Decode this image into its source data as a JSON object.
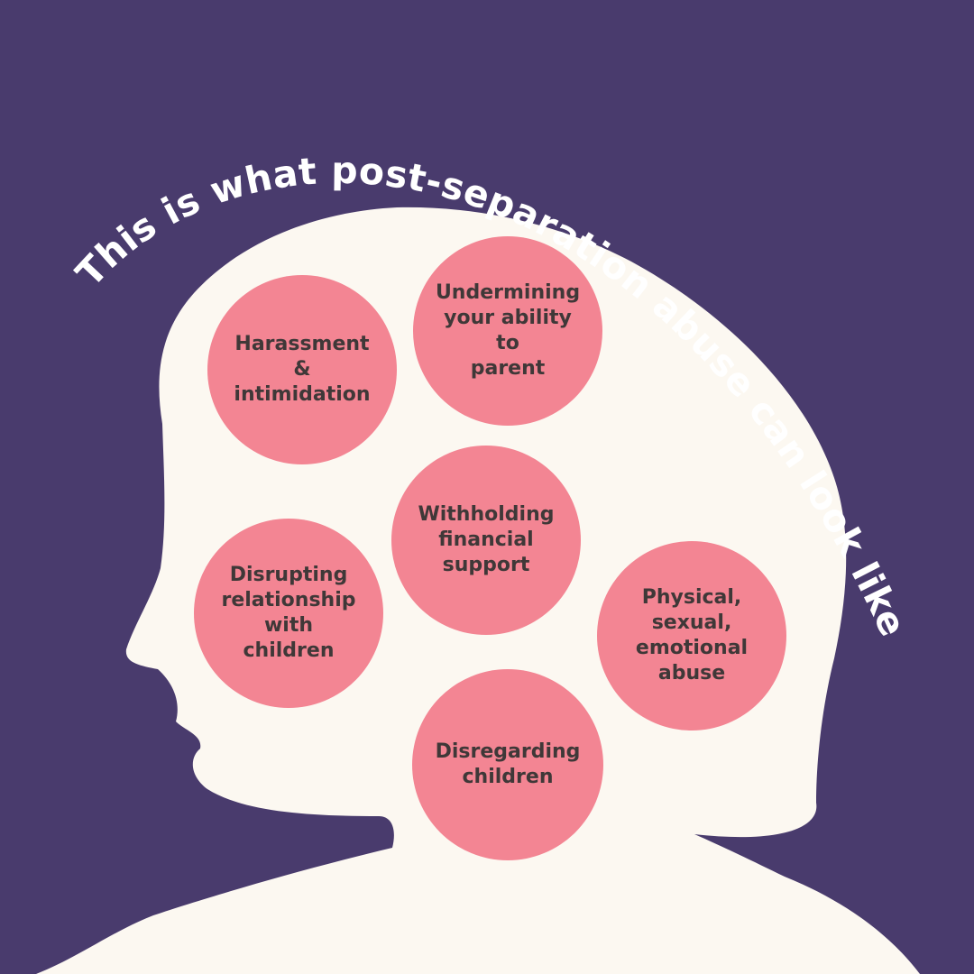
{
  "title": "This is what post-separation abuse can look like",
  "colors": {
    "background": "#493b6d",
    "silhouette": "#fcf8f1",
    "bubble": "#f38593",
    "bubble_text": "#3f3838",
    "title_text": "#ffffff"
  },
  "bubbles": [
    {
      "label": "Harassment &\nintimidation"
    },
    {
      "label": "Undermining\nyour ability to\nparent"
    },
    {
      "label": "Withholding\nfinancial\nsupport"
    },
    {
      "label": "Disrupting\nrelationship\nwith children"
    },
    {
      "label": "Physical,\nsexual,\nemotional\nabuse"
    },
    {
      "label": "Disregarding\nchildren"
    }
  ]
}
